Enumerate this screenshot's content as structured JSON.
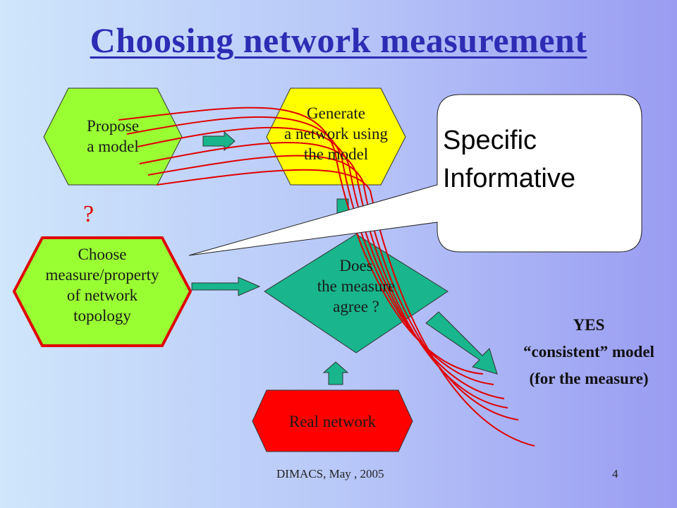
{
  "slide": {
    "title": "Choosing  network measurement",
    "propose": "Propose\na model",
    "generate": "Generate\na network using\nthe model",
    "choose": "Choose\nmeasure/property\nof network\ntopology",
    "does": "Does\nthe measure\nagree ?",
    "real": "Real network",
    "question_mark": "?",
    "callout": "Specific\nInformative",
    "yes": "YES\n“consistent” model\n(for the measure)",
    "footer_left": "DIMACS, May , 2005",
    "footer_right": "4"
  },
  "colors": {
    "title": "#2c2cb4",
    "propose_fill": "#99ff33",
    "generate_fill": "#ffff00",
    "diamond_fill": "#19b58c",
    "real_fill": "#ff0000",
    "arrow_fill": "#19b58c",
    "curve_stroke": "#e00000"
  }
}
